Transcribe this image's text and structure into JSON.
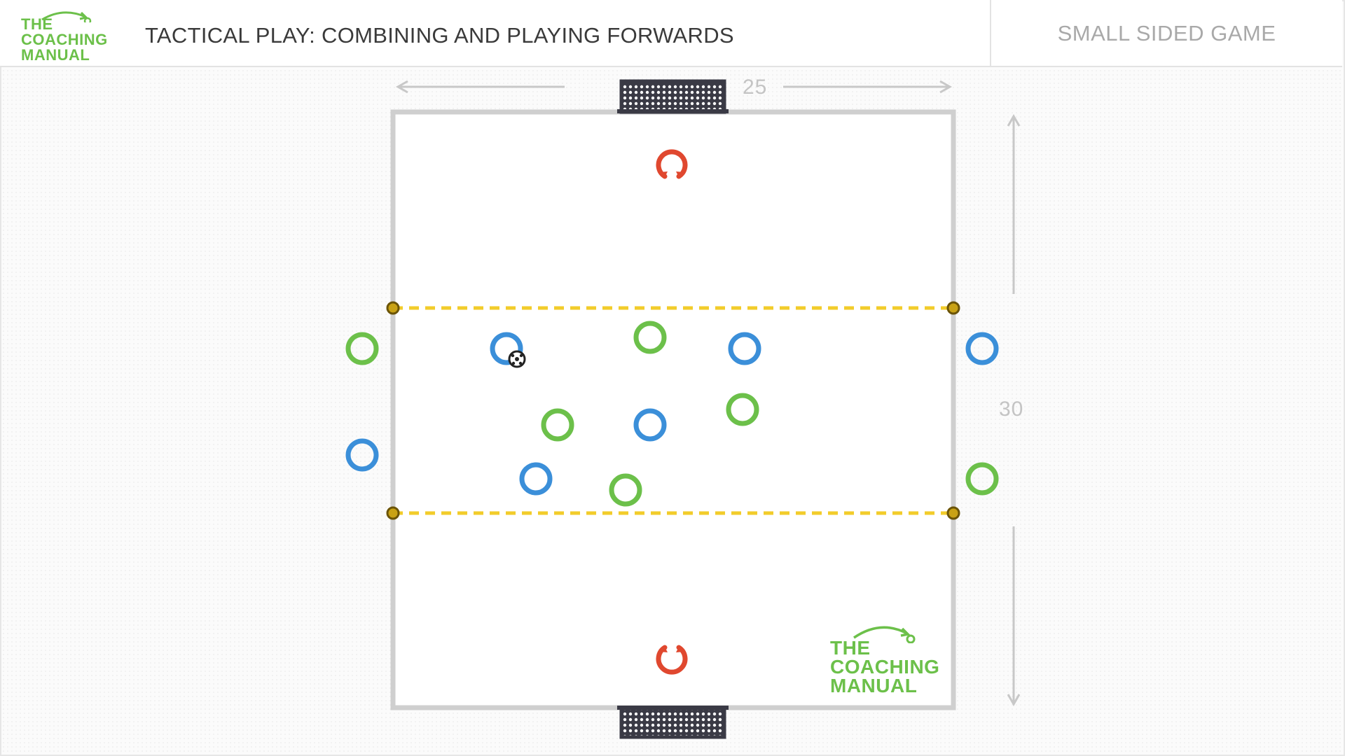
{
  "header": {
    "logo_lines": [
      "THE",
      "COACHING",
      "MANUAL"
    ],
    "title": "TACTICAL PLAY: COMBINING AND PLAYING FORWARDS",
    "category": "SMALL SIDED GAME"
  },
  "pitch": {
    "width_label": "25",
    "length_label": "30"
  },
  "colors": {
    "team_green": "#6cc04a",
    "team_blue": "#3b8fd9",
    "goalkeeper_red": "#e0482f",
    "zone_line": "#f2cc2a",
    "marker": "#8a6d12",
    "pitch_line": "#cfcfcf"
  },
  "players": {
    "goalkeepers": 2,
    "green_inside": 4,
    "blue_inside": 4,
    "green_outside": 2,
    "blue_outside": 2
  },
  "icons": [
    "goal-icon",
    "ball-icon",
    "arrow-icon",
    "cone-icon"
  ],
  "watermark_lines": [
    "THE",
    "COACHING",
    "MANUAL"
  ]
}
